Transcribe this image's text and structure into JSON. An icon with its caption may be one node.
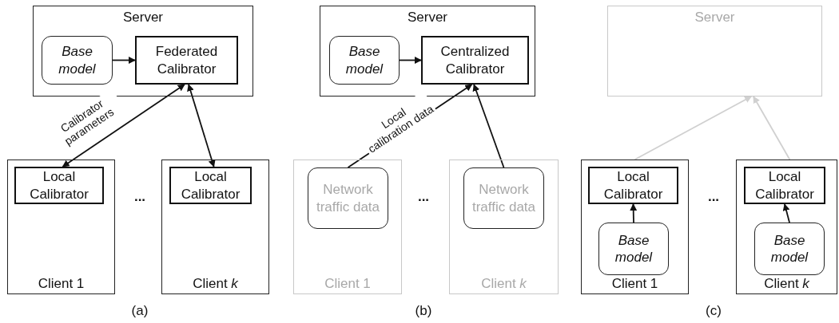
{
  "diagram": {
    "nodes": [
      {
        "text": [
          "Server"
        ]
      },
      {
        "text": [
          "Base model"
        ],
        "in": 0
      },
      {
        "text": [
          "Federated Calibrator"
        ],
        "in": 0
      },
      {
        "text": [
          "Client 1"
        ]
      },
      {
        "text": [
          "Local Calibrator"
        ],
        "in": 3
      },
      {
        "text": [
          "Client *k*"
        ]
      },
      {
        "text": [
          "Local Calibrator"
        ],
        "in": 5
      },
      {
        "text": [
          "Server"
        ]
      },
      {
        "text": [
          "Base model"
        ],
        "in": 7
      },
      {
        "text": [
          "Centralized Calibrator"
        ],
        "in": 7
      },
      {
        "text": [
          "Client 1"
        ]
      },
      {
        "text": [
          "Network traffic data"
        ],
        "in": 10
      },
      {
        "text": [
          "Client *k*"
        ]
      },
      {
        "text": [
          "Network traffic data"
        ],
        "in": 12
      },
      {
        "text": [
          "Server"
        ]
      },
      {
        "text": [
          "Client 1"
        ]
      },
      {
        "text": [
          "Local Calibrator"
        ],
        "in": 15
      },
      {
        "text": [
          "Base model"
        ],
        "in": 15
      },
      {
        "text": [
          "Client *k*"
        ]
      },
      {
        "text": [
          "Local Calibrator"
        ],
        "in": 18
      },
      {
        "text": [
          "Base model"
        ],
        "in": 18
      }
    ],
    "edges": [
      {
        "from": 1,
        "to": 2,
        "arrow": "to"
      },
      {
        "from": 2,
        "to": 4,
        "arrow": "both",
        "label": "Calibrator parameters"
      },
      {
        "from": 2,
        "to": 6,
        "arrow": "both"
      },
      {
        "from": 8,
        "to": 9,
        "arrow": "to"
      },
      {
        "from": 11,
        "to": 9,
        "arrow": "to",
        "label": "Local calibration data"
      },
      {
        "from": 13,
        "to": 9,
        "arrow": "to"
      },
      {
        "from": 15,
        "to": 14,
        "arrow": "to",
        "color": "#d0d0d0"
      },
      {
        "from": 18,
        "to": 14,
        "arrow": "to",
        "color": "#d0d0d0"
      },
      {
        "from": 17,
        "to": 16,
        "arrow": "to"
      },
      {
        "from": 20,
        "to": 19,
        "arrow": "to"
      }
    ],
    "labels": [
      "...",
      "...",
      "...",
      "(a)",
      "(b)",
      "(c)"
    ]
  }
}
